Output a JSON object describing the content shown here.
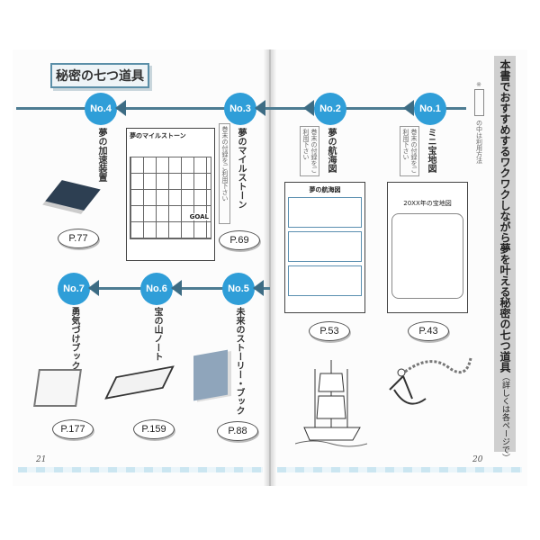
{
  "section_title": "秘密の七つ道具",
  "sidebar": {
    "main": "本書でおすすめするワクワクしながら夢を叶える秘密の七つ道具",
    "sub": "（詳しくは各ページで）"
  },
  "legend": {
    "mark": "※",
    "text": "の中は利用方法"
  },
  "tools": [
    {
      "no": "No.1",
      "name": "ミニ宝地図",
      "note": "巻末の付録をご利用下さい",
      "page": "P.43"
    },
    {
      "no": "No.2",
      "name": "夢の航海図",
      "note": "巻末の付録をご利用下さい",
      "page": "P.53",
      "doc_title": "夢の航海図"
    },
    {
      "no": "No.3",
      "name": "夢のマイルストーン",
      "note": "巻末の付録をご利用下さい",
      "page": "P.69",
      "doc_title": "夢のマイルストーン",
      "goal": "GOAL"
    },
    {
      "no": "No.4",
      "name": "夢の加速装置",
      "page": "P.77"
    },
    {
      "no": "No.5",
      "name": "未来のストーリー・ブック",
      "page": "P.88"
    },
    {
      "no": "No.6",
      "name": "宝の山ノート",
      "page": "P.159"
    },
    {
      "no": "No.7",
      "name": "勇気づけブック",
      "page": "P.177"
    }
  ],
  "map_doc_year": "20XX年の宝地図",
  "page_numbers": {
    "left": "21",
    "right": "20"
  },
  "colors": {
    "circle": "#2f9ed8",
    "line": "#4d7c92",
    "sidebar": "#cfcfcf"
  }
}
